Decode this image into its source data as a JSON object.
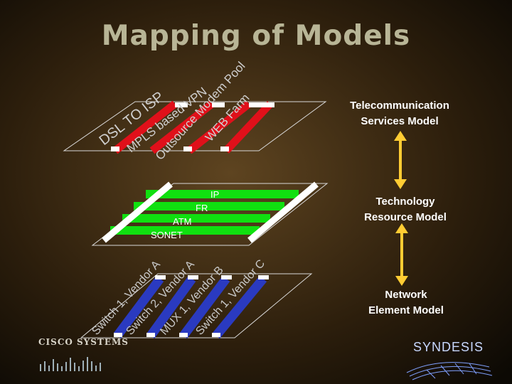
{
  "title": "Mapping of Models",
  "models": {
    "services": [
      "Telecommunication",
      "Services Model"
    ],
    "technology": [
      "Technology",
      "Resource Model"
    ],
    "network": [
      "Network",
      "Element Model"
    ]
  },
  "services_layer": [
    "DSL TO ISP",
    "MPLS based VPN",
    "Outsource Modem Pool",
    "WEB Farm"
  ],
  "technology_layer": [
    "IP",
    "FR",
    "ATM",
    "SONET"
  ],
  "network_layer": [
    "Switch 1, Vendor A",
    "Switch 2, Vendor A",
    "MUX 1, Vendor B",
    "Switch 1, Vendor C"
  ],
  "logos": {
    "cisco": "CISCO SYSTEMS",
    "syndesis": "SYNDESIS"
  },
  "colors": {
    "background": "#1a140a",
    "title": "#b8b596",
    "services_bar": "#e0101a",
    "technology_bar": "#10e010",
    "network_bar": "#2a3ac0",
    "arrow": "#ffcc33"
  }
}
